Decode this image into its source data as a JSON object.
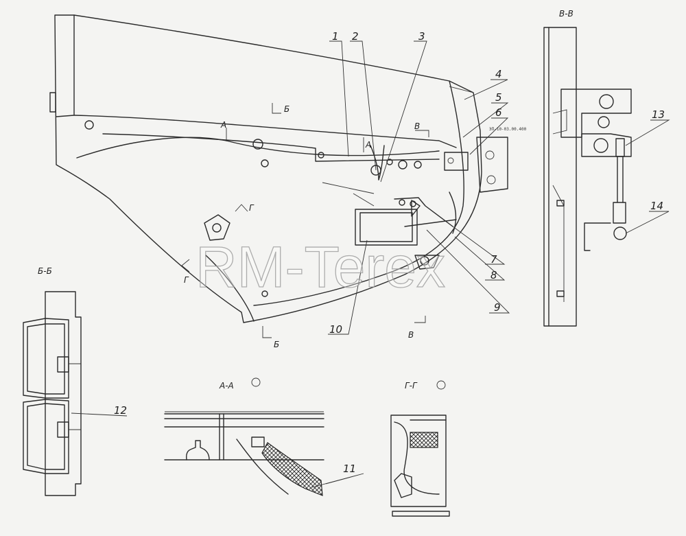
{
  "watermark": "RM-Terex",
  "callouts": [
    "1",
    "2",
    "3",
    "4",
    "5",
    "6",
    "7",
    "8",
    "9",
    "10",
    "11",
    "12",
    "13",
    "14"
  ],
  "section_titles": {
    "bb": "Б-Б",
    "vv": "В-В",
    "aa": "А-А",
    "gg": "Г-Г"
  },
  "cut_marks": {
    "a": "А",
    "b": "Б",
    "v": "В",
    "g": "Г"
  },
  "drawing_note": "ЭП-10-03.00.400"
}
